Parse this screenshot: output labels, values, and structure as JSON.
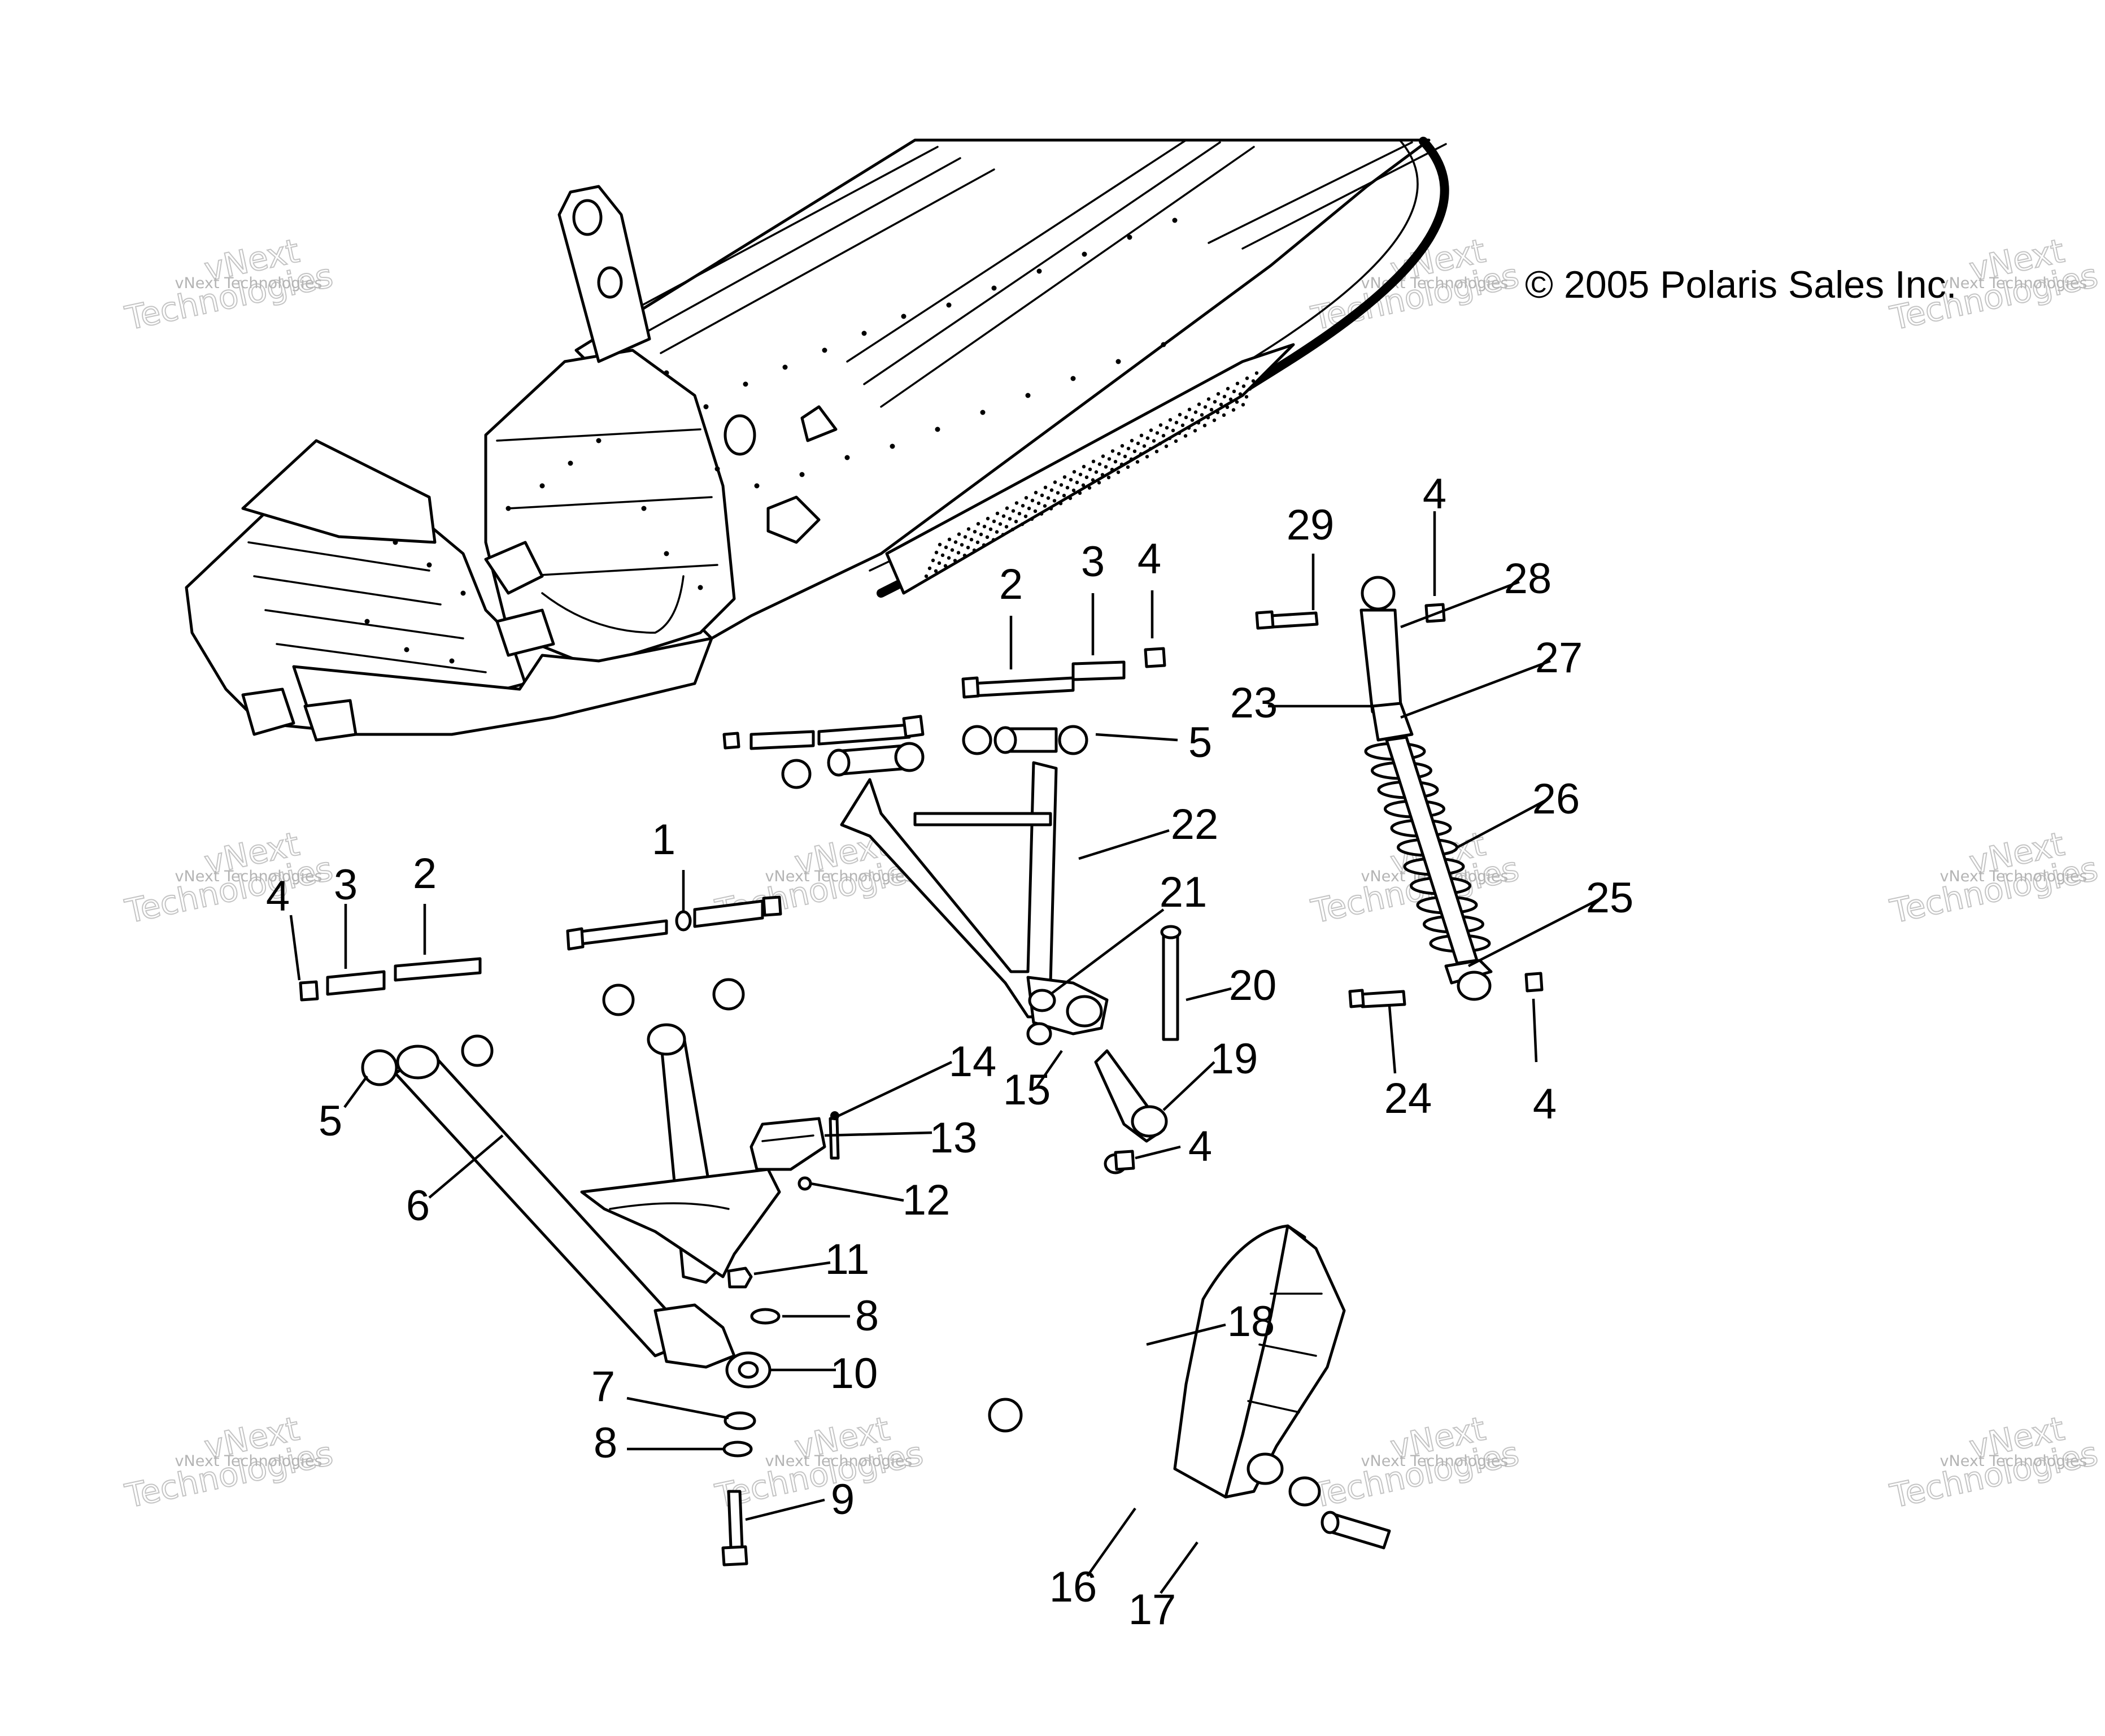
{
  "copyright": "© 2005 Polaris Sales Inc.",
  "watermark": {
    "line_small": "vNext Technologies",
    "line_top": "vNext",
    "line_bottom": "Technologies",
    "color": "#b4b4b4"
  },
  "callouts": [
    {
      "id": "1",
      "label": "1"
    },
    {
      "id": "2a",
      "label": "2"
    },
    {
      "id": "2b",
      "label": "2"
    },
    {
      "id": "3a",
      "label": "3"
    },
    {
      "id": "3b",
      "label": "3"
    },
    {
      "id": "4a",
      "label": "4"
    },
    {
      "id": "4b",
      "label": "4"
    },
    {
      "id": "4c",
      "label": "4"
    },
    {
      "id": "4d",
      "label": "4"
    },
    {
      "id": "4e",
      "label": "4"
    },
    {
      "id": "5a",
      "label": "5"
    },
    {
      "id": "5b",
      "label": "5"
    },
    {
      "id": "6",
      "label": "6"
    },
    {
      "id": "7",
      "label": "7"
    },
    {
      "id": "8a",
      "label": "8"
    },
    {
      "id": "8b",
      "label": "8"
    },
    {
      "id": "9",
      "label": "9"
    },
    {
      "id": "10",
      "label": "10"
    },
    {
      "id": "11",
      "label": "11"
    },
    {
      "id": "12",
      "label": "12"
    },
    {
      "id": "13",
      "label": "13"
    },
    {
      "id": "14",
      "label": "14"
    },
    {
      "id": "15",
      "label": "15"
    },
    {
      "id": "16",
      "label": "16"
    },
    {
      "id": "17",
      "label": "17"
    },
    {
      "id": "18",
      "label": "18"
    },
    {
      "id": "19",
      "label": "19"
    },
    {
      "id": "20",
      "label": "20"
    },
    {
      "id": "21",
      "label": "21"
    },
    {
      "id": "22",
      "label": "22"
    },
    {
      "id": "23",
      "label": "23"
    },
    {
      "id": "24",
      "label": "24"
    },
    {
      "id": "25",
      "label": "25"
    },
    {
      "id": "26",
      "label": "26"
    },
    {
      "id": "27",
      "label": "27"
    },
    {
      "id": "28",
      "label": "28"
    },
    {
      "id": "29",
      "label": "29"
    }
  ]
}
